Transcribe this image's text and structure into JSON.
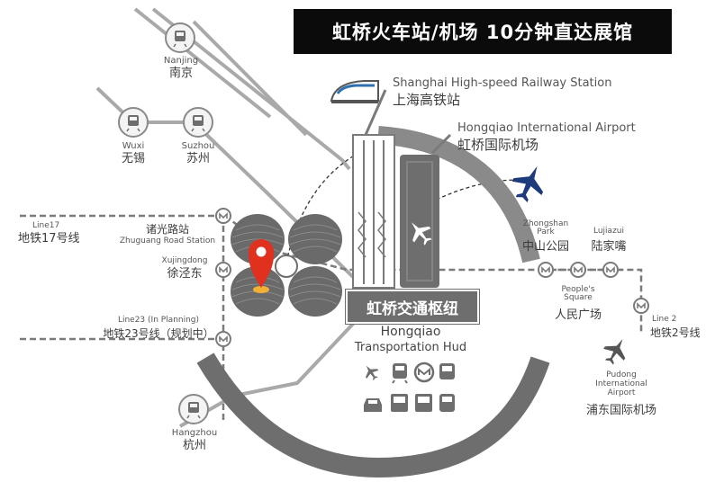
{
  "title": "虹桥火车站/机场 10分钟直达展馆",
  "stations": {
    "nanjing": {
      "en": "Nanjing",
      "cn": "南京"
    },
    "wuxi": {
      "en": "Wuxi",
      "cn": "无锡"
    },
    "suzhou": {
      "en": "Suzhou",
      "cn": "苏州"
    },
    "hangzhou": {
      "en": "Hangzhou",
      "cn": "杭州"
    }
  },
  "railway_station": {
    "en": "Shanghai High-speed Railway Station",
    "cn": "上海高铁站"
  },
  "airport": {
    "en": "Hongqiao International Airport",
    "cn": "虹桥国际机场"
  },
  "metro": {
    "line17": {
      "en": "Line17",
      "cn": "地铁17号线"
    },
    "zhuguang": {
      "cn": "诸光路站",
      "en": "Zhuguang Road Station"
    },
    "xujingdong": {
      "en": "Xujingdong",
      "cn": "徐泾东"
    },
    "line23": {
      "en": "Line23 (In Planning)",
      "cn": "地铁23号线（规划中）"
    },
    "zhongshan_park": {
      "en": "Zhongshan Park",
      "cn": "中山公园"
    },
    "lujiazui": {
      "en": "Lujiazui",
      "cn": "陆家嘴"
    },
    "peoples_square": {
      "en": "People's Square",
      "cn": "人民广场"
    },
    "line2": {
      "en": "Line 2",
      "cn": "地铁2号线"
    }
  },
  "hub": {
    "cn": "虹桥交通枢纽",
    "en1": "Hongqiao",
    "en2": "Transportation Hud"
  },
  "pudong": {
    "en1": "Pudong",
    "en2": "International",
    "en3": "Airport",
    "cn": "浦东国际机场"
  },
  "colors": {
    "dark_gray": "#6e6e6e",
    "light_gray": "#9b9b9b",
    "pin_red": "#e0301e",
    "plane_blue": "#1d3a7a",
    "train_blue": "#2e6fb0"
  },
  "icons": [
    "plane-icon",
    "train-icon",
    "metro-icon",
    "bus-icon",
    "taxi-icon",
    "coach-icon",
    "subway-train-icon",
    "location-pin-icon"
  ]
}
